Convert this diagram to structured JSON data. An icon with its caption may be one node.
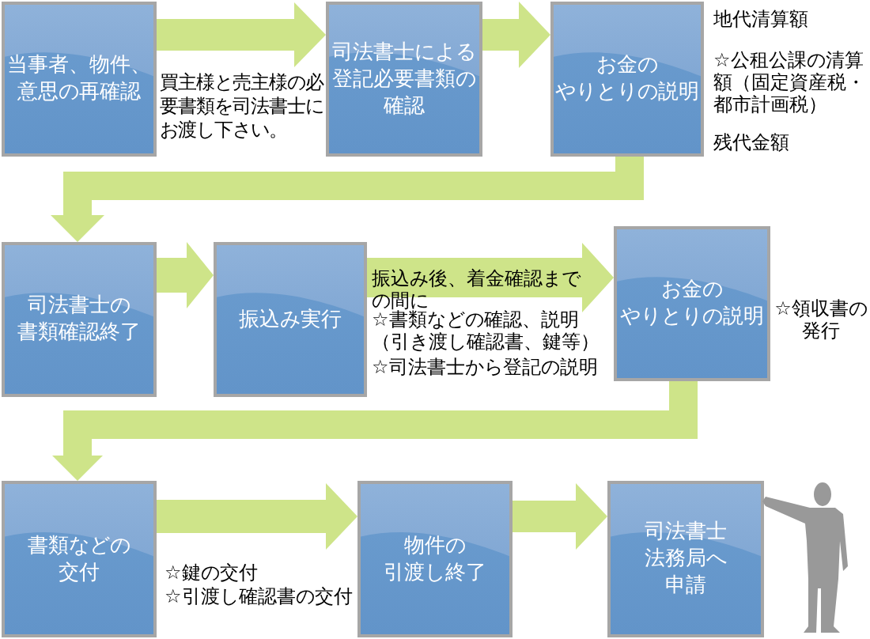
{
  "diagram": {
    "nodes": [
      {
        "text": [
          "当事者、物件、意思の再確認"
        ],
        "beside": [
          "買主様と売主様の必要書類を司法書士にお渡し下さい。"
        ]
      },
      {
        "text": [
          "司法書士による登記必要書類の確認"
        ]
      },
      {
        "text": [
          "お金のやりとりの説明"
        ],
        "beside": [
          "地代清算額",
          "☆公租公課の清算額（固定資産税・都市計画税）",
          "残代金額"
        ]
      },
      {
        "text": [
          "司法書士の書類確認終了"
        ]
      },
      {
        "text": [
          "振込み実行"
        ],
        "beside": [
          "☆書類などの確認、説明（引き渡し確認書、鍵等）",
          "☆司法書士から登記の説明"
        ]
      },
      {
        "text": [
          "お金のやりとりの説明"
        ],
        "beside": [
          "☆領収書の発行"
        ]
      },
      {
        "text": [
          "書類などの交付"
        ],
        "beside": [
          "☆鍵の交付",
          "☆引渡し確認書の交付"
        ]
      },
      {
        "text": [
          "物件の引渡し終了"
        ]
      },
      {
        "text": [
          "司法書士法務局へ申請"
        ]
      }
    ],
    "edges": [
      {
        "from": 0,
        "to": 1,
        "arrow": "to"
      },
      {
        "from": 1,
        "to": 2,
        "arrow": "to"
      },
      {
        "from": 2,
        "to": 3,
        "arrow": "to"
      },
      {
        "from": 3,
        "to": 4,
        "arrow": "to"
      },
      {
        "from": 4,
        "to": 5,
        "arrow": "to",
        "label": "振込み後、着金確認までの間に"
      },
      {
        "from": 5,
        "to": 6,
        "arrow": "to"
      },
      {
        "from": 6,
        "to": 7,
        "arrow": "to"
      },
      {
        "from": 7,
        "to": 8,
        "arrow": "to"
      }
    ]
  }
}
